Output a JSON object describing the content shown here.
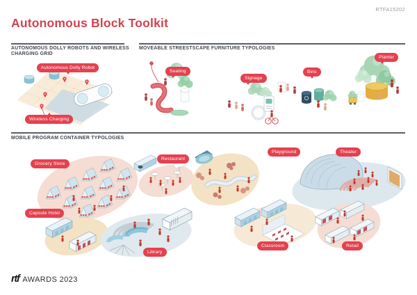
{
  "header": {
    "code": "RTFA15202",
    "title": "Autonomous Block Toolkit"
  },
  "sections": {
    "dolly": {
      "heading": "AUTONOMOUS DOLLY ROBOTS AND WIRELESS CHARGING GRID",
      "labels": {
        "robot": "Autonomous Dolly Robot",
        "charging": "Wireless Charging"
      }
    },
    "furniture": {
      "heading": "MOVEABLE STREESTSCAPE FURNITURE TYPOLOGIES",
      "labels": {
        "seating": "Seating",
        "signage": "Signage",
        "bins": "Bins",
        "planter": "Planter"
      }
    },
    "containers": {
      "heading": "MOBILE PROGRAM CONTAINER TYPOLOGIES",
      "labels": {
        "grocery": "Grocery Store",
        "restaurant": "Restaurant",
        "playground": "Playground",
        "theater": "Theater",
        "capsule_hotel": "Capsule Hotel",
        "library": "Library",
        "classroom": "Classroom",
        "retail": "Retail"
      }
    }
  },
  "footer": {
    "brand": "rtf",
    "text": "AWARDS 2023"
  },
  "colors": {
    "title_red": "#d2434e",
    "pill_red": "#e4414f",
    "heading_gray": "#41474d",
    "code_gray": "#95999d",
    "plane_cream": "#f8ecd9",
    "robot_blue": "#c2e4ef",
    "blob_pink": "#f5ddd3",
    "blob_tan": "#f3e2c4",
    "blob_bluegray": "#dde8ee",
    "container_blue": "#cfe3ef",
    "tree_green": "#aed9bc"
  }
}
